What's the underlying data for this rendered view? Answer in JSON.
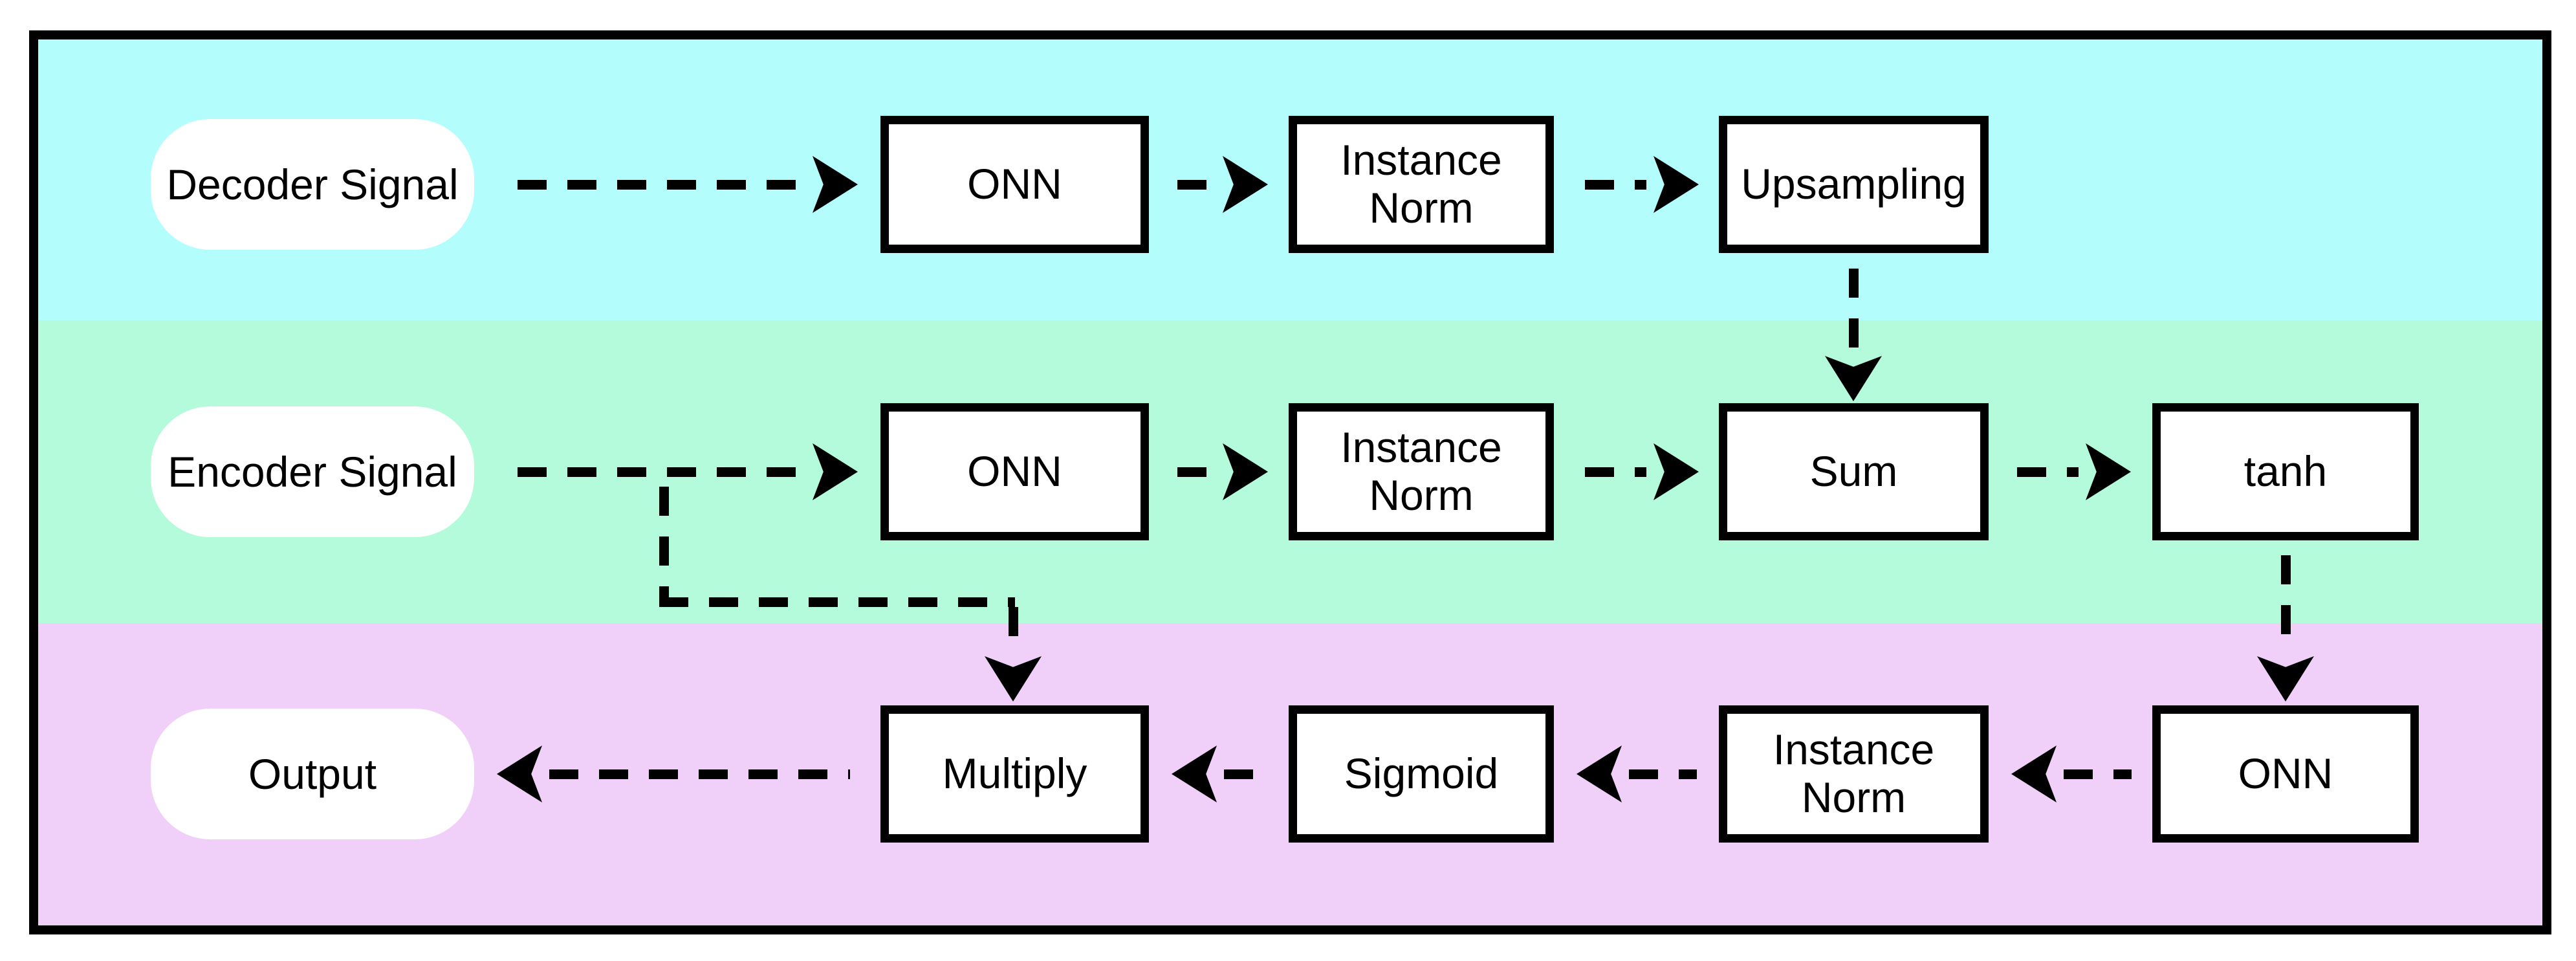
{
  "diagram": {
    "type": "block-flow-diagram",
    "colors": {
      "decoder_band": "#B3FDFD",
      "encoder_band": "#B3FBDB",
      "output_band": "#F0CFF9",
      "node_fill": "#FFFFFF",
      "stroke": "#000000"
    },
    "decoder_row": {
      "source": "Decoder Signal",
      "nodes": [
        "ONN",
        "Instance\nNorm",
        "Upsampling"
      ]
    },
    "encoder_row": {
      "source": "Encoder Signal",
      "nodes": [
        "ONN",
        "Instance\nNorm",
        "Sum",
        "tanh"
      ]
    },
    "output_row": {
      "source": "Output",
      "nodes": [
        "Multiply",
        "Sigmoid",
        "Instance\nNorm",
        "ONN"
      ]
    },
    "connections": [
      {
        "from": "Decoder Signal",
        "to": "ONN (decoder)",
        "style": "dashed-arrow"
      },
      {
        "from": "ONN (decoder)",
        "to": "Instance Norm (decoder)",
        "style": "dashed-arrow"
      },
      {
        "from": "Instance Norm (decoder)",
        "to": "Upsampling",
        "style": "dashed-arrow"
      },
      {
        "from": "Upsampling",
        "to": "Sum",
        "style": "dashed-arrow"
      },
      {
        "from": "Encoder Signal",
        "to": "ONN (encoder)",
        "style": "dashed-arrow"
      },
      {
        "from": "Encoder Signal",
        "to": "Multiply",
        "style": "dashed-arrow"
      },
      {
        "from": "ONN (encoder)",
        "to": "Instance Norm (encoder)",
        "style": "dashed-arrow"
      },
      {
        "from": "Instance Norm (encoder)",
        "to": "Sum",
        "style": "dashed-arrow"
      },
      {
        "from": "Sum",
        "to": "tanh",
        "style": "dashed-arrow"
      },
      {
        "from": "tanh",
        "to": "ONN (output)",
        "style": "dashed-arrow"
      },
      {
        "from": "ONN (output)",
        "to": "Instance Norm (output)",
        "style": "dashed-arrow"
      },
      {
        "from": "Instance Norm (output)",
        "to": "Sigmoid",
        "style": "dashed-arrow"
      },
      {
        "from": "Sigmoid",
        "to": "Multiply",
        "style": "dashed-arrow"
      },
      {
        "from": "Multiply",
        "to": "Output",
        "style": "dashed-arrow"
      }
    ]
  }
}
